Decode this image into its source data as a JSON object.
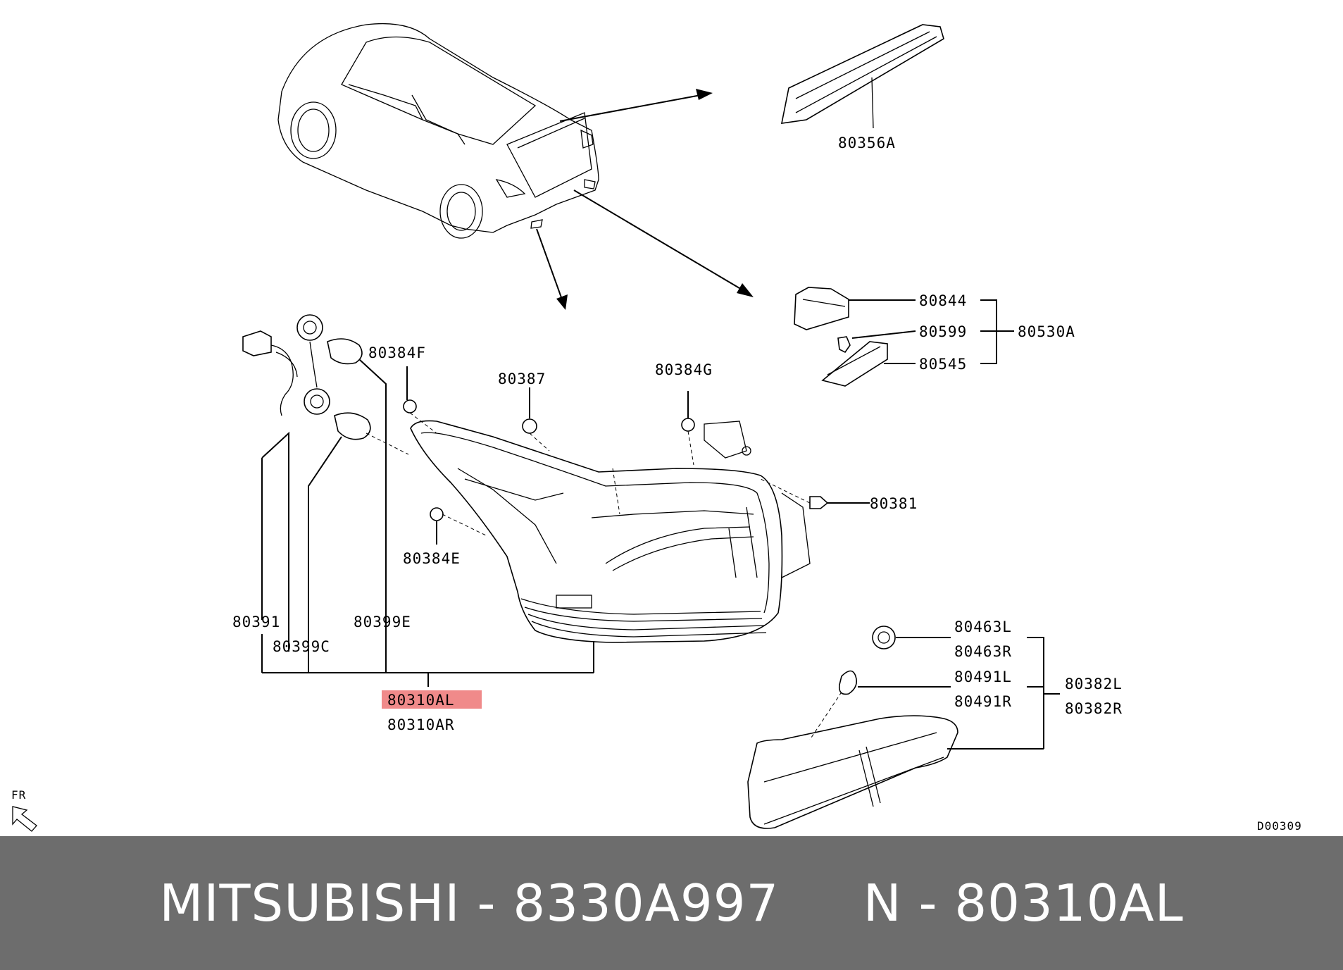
{
  "diagram": {
    "labels": {
      "p80356A": "80356A",
      "p80844": "80844",
      "p80599": "80599",
      "p80545": "80545",
      "p80530A": "80530A",
      "p80384F": "80384F",
      "p80387": "80387",
      "p80384G": "80384G",
      "p80381": "80381",
      "p80384E": "80384E",
      "p80391": "80391",
      "p80399E": "80399E",
      "p80399C": "80399C",
      "p80310AL": "80310AL",
      "p80310AR": "80310AR",
      "p80463L": "80463L",
      "p80463R": "80463R",
      "p80491L": "80491L",
      "p80491R": "80491R",
      "p80382L": "80382L",
      "p80382R": "80382R",
      "fr": "FR",
      "code": "D00309"
    },
    "highlight_color": "#f08a8a"
  },
  "footer": {
    "text": "MITSUBISHI - 8330A997     N - 80310AL",
    "background": "#6d6d6d"
  }
}
